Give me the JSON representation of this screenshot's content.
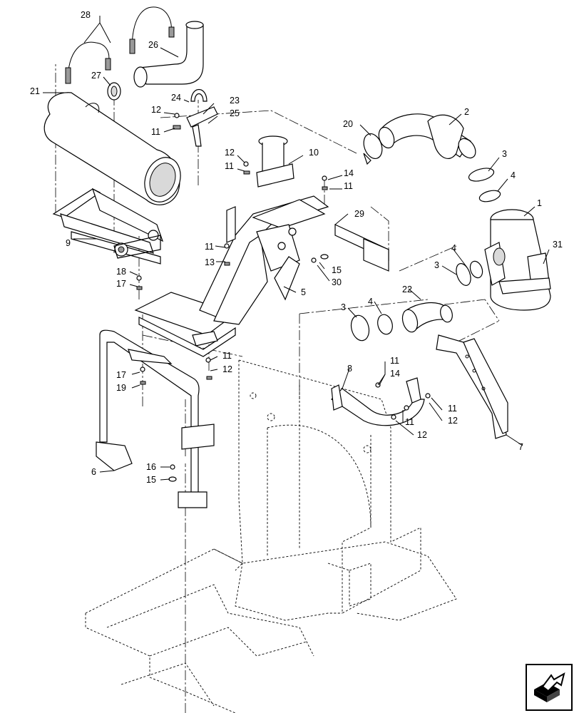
{
  "callouts": [
    {
      "id": "c28",
      "text": "28"
    },
    {
      "id": "c26",
      "text": "26"
    },
    {
      "id": "c27",
      "text": "27"
    },
    {
      "id": "c21",
      "text": "21"
    },
    {
      "id": "c24",
      "text": "24"
    },
    {
      "id": "c23",
      "text": "23"
    },
    {
      "id": "c12a",
      "text": "12"
    },
    {
      "id": "c25",
      "text": "25"
    },
    {
      "id": "c11a",
      "text": "11"
    },
    {
      "id": "c20",
      "text": "20"
    },
    {
      "id": "c2",
      "text": "2"
    },
    {
      "id": "c10",
      "text": "10"
    },
    {
      "id": "c12b",
      "text": "12"
    },
    {
      "id": "c11b",
      "text": "11"
    },
    {
      "id": "c14a",
      "text": "14"
    },
    {
      "id": "c11c",
      "text": "11"
    },
    {
      "id": "c3a",
      "text": "3"
    },
    {
      "id": "c4a",
      "text": "4"
    },
    {
      "id": "c1",
      "text": "1"
    },
    {
      "id": "c29",
      "text": "29"
    },
    {
      "id": "c9",
      "text": "9"
    },
    {
      "id": "c11d",
      "text": "11"
    },
    {
      "id": "c13",
      "text": "13"
    },
    {
      "id": "c31",
      "text": "31"
    },
    {
      "id": "c4b",
      "text": "4"
    },
    {
      "id": "c3b",
      "text": "3"
    },
    {
      "id": "c15a",
      "text": "15"
    },
    {
      "id": "c18",
      "text": "18"
    },
    {
      "id": "c30",
      "text": "30"
    },
    {
      "id": "c17a",
      "text": "17"
    },
    {
      "id": "c5",
      "text": "5"
    },
    {
      "id": "c22",
      "text": "22"
    },
    {
      "id": "c3c",
      "text": "3"
    },
    {
      "id": "c4c",
      "text": "4"
    },
    {
      "id": "c11e",
      "text": "11"
    },
    {
      "id": "c12c",
      "text": "12"
    },
    {
      "id": "c17b",
      "text": "17"
    },
    {
      "id": "c19",
      "text": "19"
    },
    {
      "id": "c11f",
      "text": "11"
    },
    {
      "id": "c8",
      "text": "8"
    },
    {
      "id": "c14b",
      "text": "14"
    },
    {
      "id": "c11g",
      "text": "11"
    },
    {
      "id": "c12d",
      "text": "12"
    },
    {
      "id": "c11h",
      "text": "11"
    },
    {
      "id": "c12e",
      "text": "12"
    },
    {
      "id": "c7",
      "text": "7"
    },
    {
      "id": "c6",
      "text": "6"
    },
    {
      "id": "c16",
      "text": "16"
    },
    {
      "id": "c15b",
      "text": "15"
    }
  ],
  "nav_icon": "next-page-arrow-icon"
}
